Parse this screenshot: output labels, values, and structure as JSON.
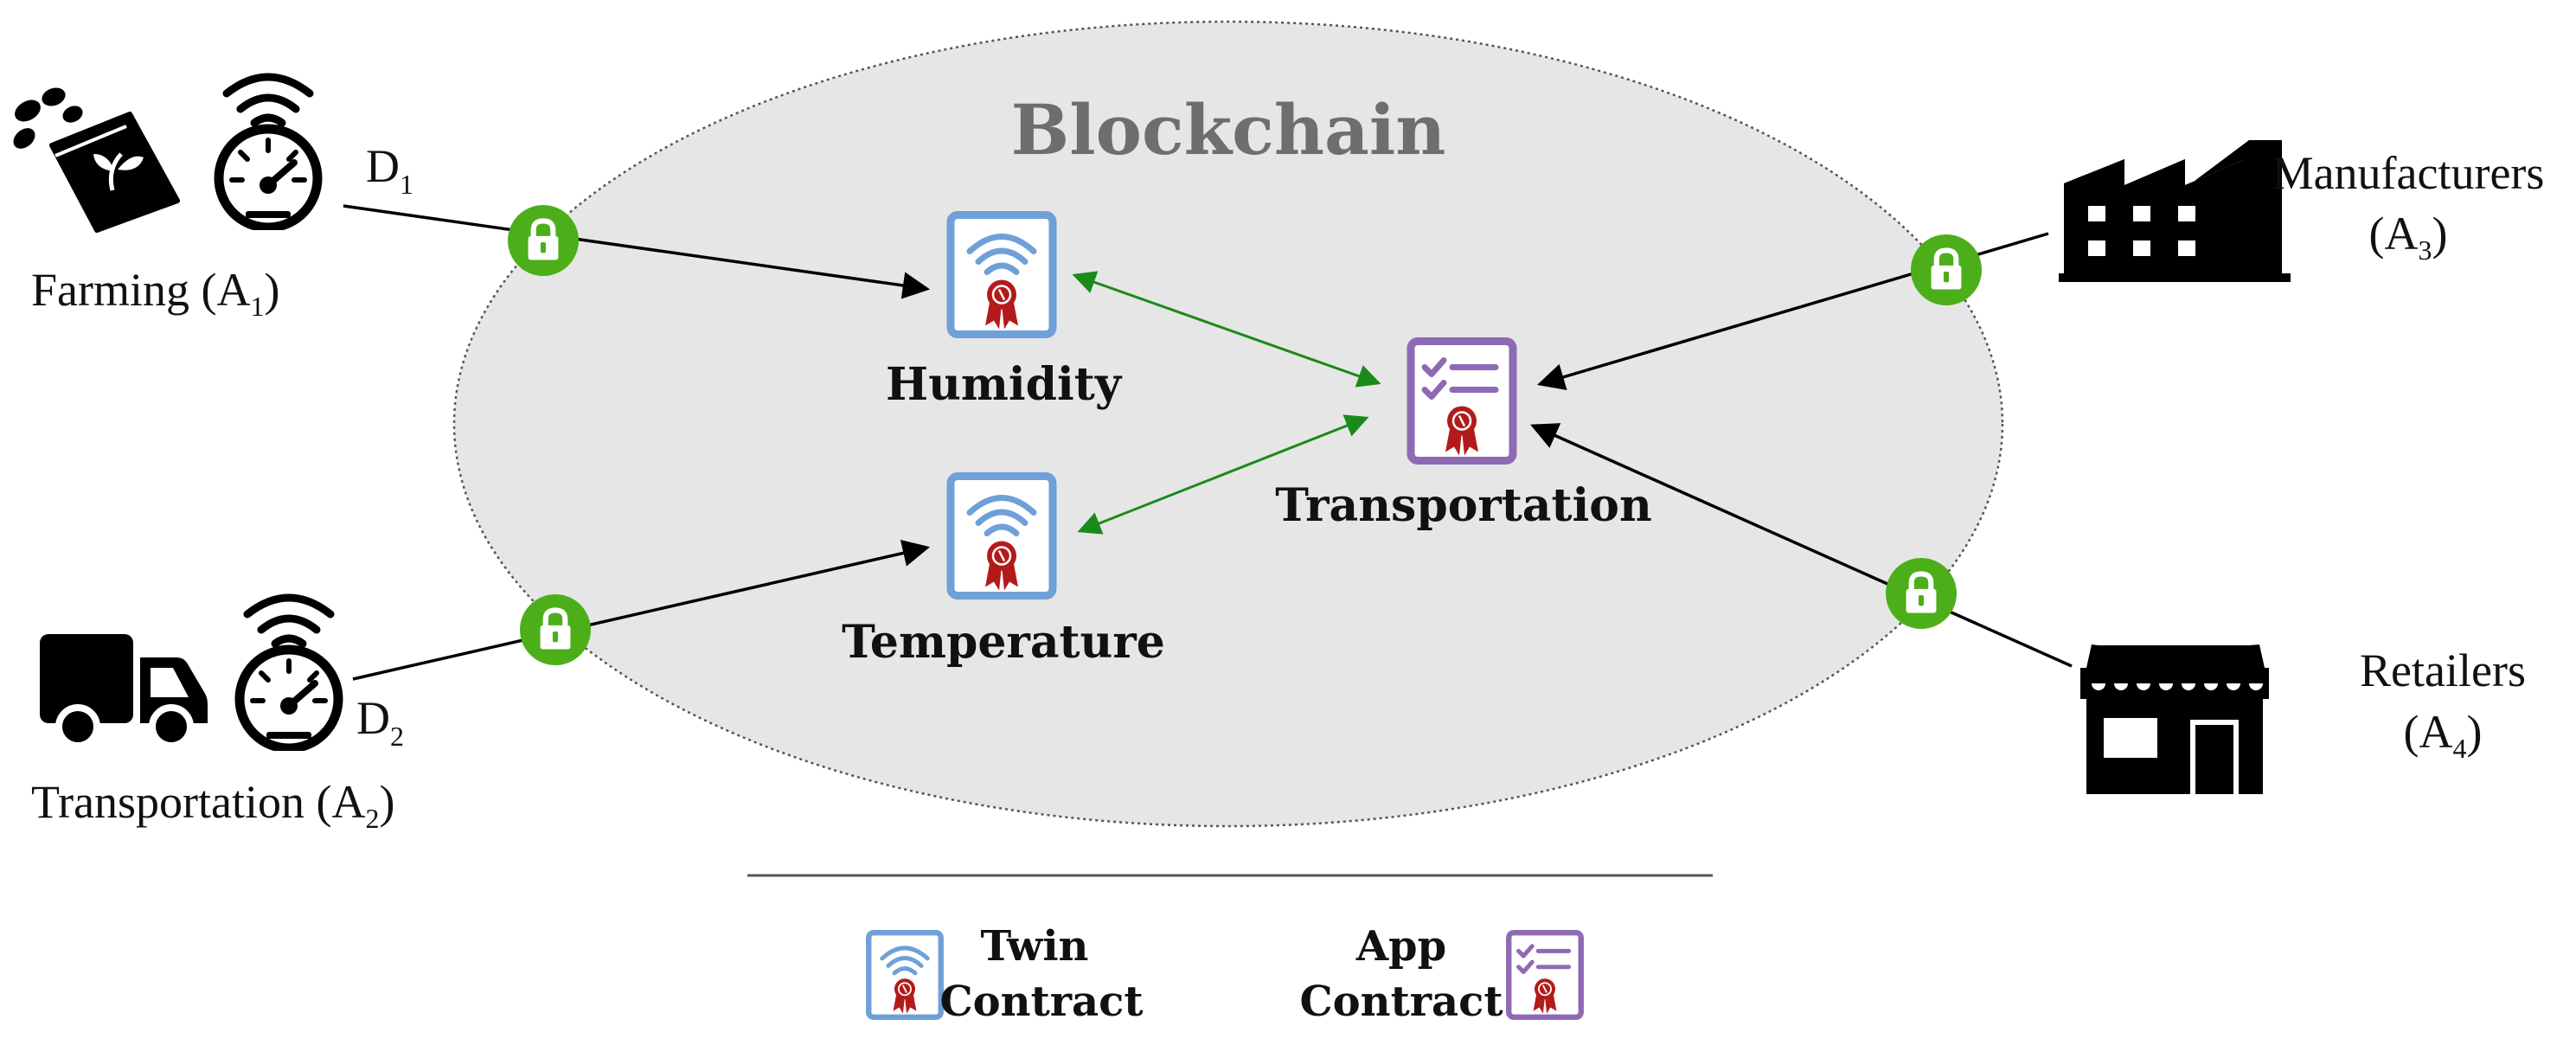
{
  "colors": {
    "blockchain_fill": "#e6e6e6",
    "twin_border": "#6fa0d8",
    "app_border": "#8e6ab5",
    "lock_green": "#4caf1a",
    "green_arrow": "#1a8a1a",
    "seal_red": "#b31b1b"
  },
  "blockchain": {
    "title": "Blockchain"
  },
  "contracts": {
    "humidity": {
      "label": "Humidity",
      "kind": "twin"
    },
    "temperature": {
      "label": "Temperature",
      "kind": "twin"
    },
    "transportation": {
      "label": "Transportation",
      "kind": "app"
    }
  },
  "actors": {
    "farming": {
      "label": "Farming (A",
      "sub": "1",
      "close": ")",
      "icons": [
        "seed-bag-icon",
        "gauge-sensor-icon"
      ]
    },
    "transport": {
      "label": "Transportation (A",
      "sub": "2",
      "close": ")",
      "icons": [
        "truck-icon",
        "gauge-sensor-icon"
      ]
    },
    "manufacturers": {
      "line1": "Manufacturers",
      "line2_pre": "(A",
      "sub": "3",
      "close": ")",
      "icon": "factory-icon"
    },
    "retailers": {
      "line1": "Retailers",
      "line2_pre": "(A",
      "sub": "4",
      "close": ")",
      "icon": "storefront-icon"
    }
  },
  "devices": {
    "d1": {
      "letter": "D",
      "sub": "1"
    },
    "d2": {
      "letter": "D",
      "sub": "2"
    }
  },
  "legend": {
    "twin": {
      "line1": "Twin",
      "line2": "Contract"
    },
    "app": {
      "line1": "App",
      "line2": "Contract"
    }
  }
}
